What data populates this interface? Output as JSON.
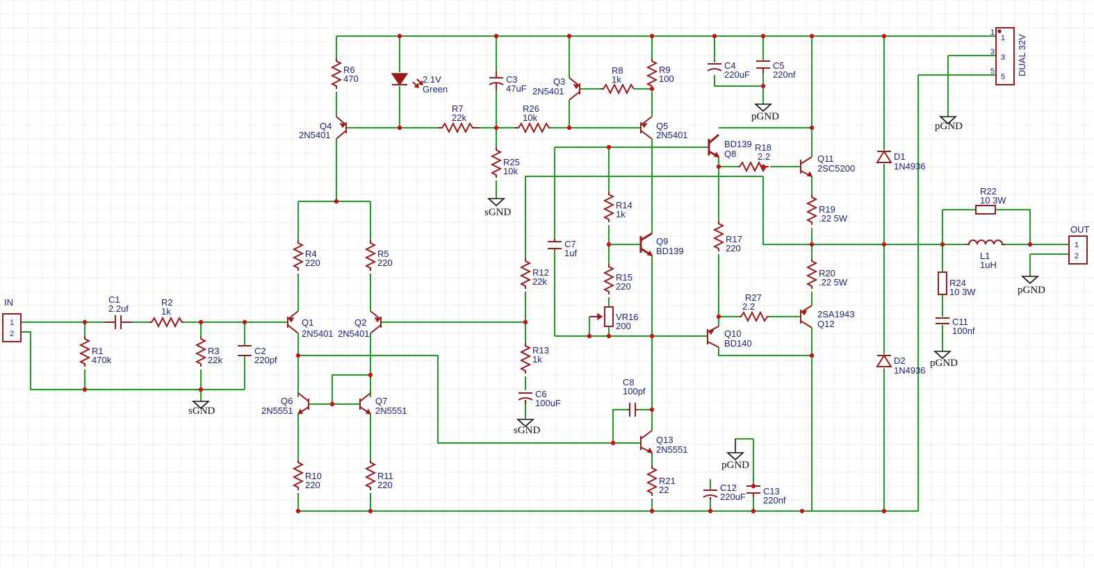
{
  "components": {
    "R1": {
      "ref": "R1",
      "value": "470k"
    },
    "R2": {
      "ref": "R2",
      "value": "1k"
    },
    "R3": {
      "ref": "R3",
      "value": "22k"
    },
    "R4": {
      "ref": "R4",
      "value": "220"
    },
    "R5": {
      "ref": "R5",
      "value": "220"
    },
    "R6": {
      "ref": "R6",
      "value": "470"
    },
    "R7": {
      "ref": "R7",
      "value": "22k"
    },
    "R8": {
      "ref": "R8",
      "value": "1k"
    },
    "R9": {
      "ref": "R9",
      "value": "100"
    },
    "R10": {
      "ref": "R10",
      "value": "220"
    },
    "R11": {
      "ref": "R11",
      "value": "220"
    },
    "R12": {
      "ref": "R12",
      "value": "22k"
    },
    "R13": {
      "ref": "R13",
      "value": "1k"
    },
    "R14": {
      "ref": "R14",
      "value": "1k"
    },
    "R15": {
      "ref": "R15",
      "value": "220"
    },
    "R17": {
      "ref": "R17",
      "value": "220"
    },
    "R18": {
      "ref": "R18",
      "value": "2.2"
    },
    "R19": {
      "ref": "R19",
      "value": ".22 5W"
    },
    "R20": {
      "ref": "R20",
      "value": ".22 5W"
    },
    "R21": {
      "ref": "R21",
      "value": "22"
    },
    "R22": {
      "ref": "R22",
      "value": "10 3W"
    },
    "R24": {
      "ref": "R24",
      "value": "10 3W"
    },
    "R25": {
      "ref": "R25",
      "value": "10k"
    },
    "R26": {
      "ref": "R26",
      "value": "10k"
    },
    "R27": {
      "ref": "R27",
      "value": "2.2"
    },
    "VR16": {
      "ref": "VR16",
      "value": "200"
    },
    "C1": {
      "ref": "C1",
      "value": "2.2uf"
    },
    "C2": {
      "ref": "C2",
      "value": "220pf"
    },
    "C3": {
      "ref": "C3",
      "value": "47uF"
    },
    "C4": {
      "ref": "C4",
      "value": "220uF"
    },
    "C5": {
      "ref": "C5",
      "value": "220nf"
    },
    "C6": {
      "ref": "C6",
      "value": "100uF"
    },
    "C7": {
      "ref": "C7",
      "value": "1uf"
    },
    "C8": {
      "ref": "C8",
      "value": "100pf"
    },
    "C11": {
      "ref": "C11",
      "value": "100nf"
    },
    "C12": {
      "ref": "C12",
      "value": "220uF"
    },
    "C13": {
      "ref": "C13",
      "value": "220nf"
    },
    "L1": {
      "ref": "L1",
      "value": "1uH"
    },
    "Q1": {
      "ref": "Q1",
      "value": "2N5401"
    },
    "Q2": {
      "ref": "Q2",
      "value": "2N5401"
    },
    "Q3": {
      "ref": "Q3",
      "value": "2N5401"
    },
    "Q4": {
      "ref": "Q4",
      "value": "2N5401"
    },
    "Q5": {
      "ref": "Q5",
      "value": "2N5401"
    },
    "Q6": {
      "ref": "Q6",
      "value": "2N5551"
    },
    "Q7": {
      "ref": "Q7",
      "value": "2N5551"
    },
    "Q8": {
      "ref": "Q8",
      "value": "BD139"
    },
    "Q9": {
      "ref": "Q9",
      "value": "BD139"
    },
    "Q10": {
      "ref": "Q10",
      "value": "BD140"
    },
    "Q11": {
      "ref": "Q11",
      "value": "2SC5200"
    },
    "Q12": {
      "ref": "Q12",
      "value": "2SA1943"
    },
    "Q13": {
      "ref": "Q13",
      "value": "2N5551"
    },
    "D1": {
      "ref": "D1",
      "value": "1N4936"
    },
    "D2": {
      "ref": "D2",
      "value": "1N4936"
    },
    "LED": {
      "value": "2.1V",
      "color": "Green"
    }
  },
  "connectors": {
    "in": {
      "label": "IN",
      "pins": [
        "1",
        "2"
      ]
    },
    "out": {
      "label": "OUT",
      "pins": [
        "1",
        "2"
      ]
    },
    "supply": {
      "label": "DUAL 32V",
      "pins": [
        "1",
        "3",
        "5"
      ]
    }
  },
  "grounds": {
    "signal": "sGND",
    "power": "pGND"
  },
  "colors": {
    "wire": "#1e9e1e",
    "part": "#9a1a1a",
    "label": "#1a237e",
    "junction": "#c8101a"
  }
}
